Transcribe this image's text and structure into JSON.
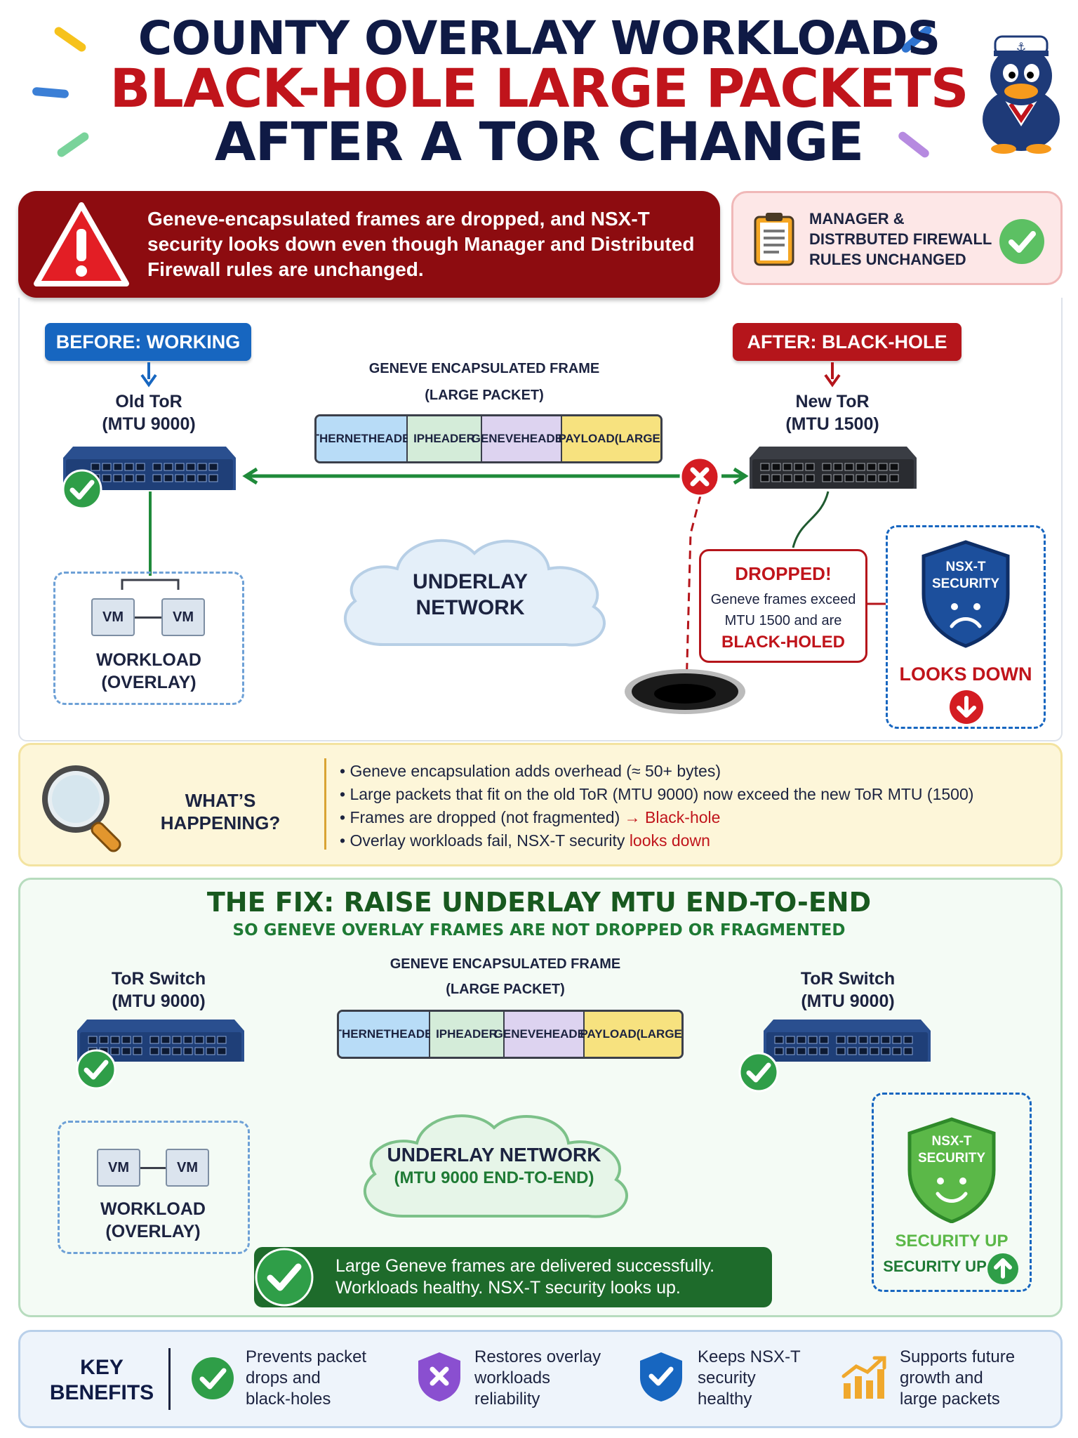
{
  "header": {
    "line1": "COUNTY OVERLAY WORKLOADS",
    "line2": "BLACK-HOLE LARGE PACKETS",
    "line3": "AFTER A TOR CHANGE"
  },
  "alert": {
    "text": "Geneve-encapsulated frames are dropped, and NSX-T security looks down even though Manager and Distributed Firewall rules are unchanged."
  },
  "unchanged": {
    "text": "MANAGER & DISTRBUTED FIREWALL RULES UNCHANGED"
  },
  "before": {
    "tag": "BEFORE: WORKING",
    "tor_name": "Old ToR",
    "tor_mtu": "(MTU 9000)",
    "workload_line1": "WORKLOAD",
    "workload_line2": "(OVERLAY)",
    "vm": "VM"
  },
  "after": {
    "tag": "AFTER: BLACK-HOLE",
    "tor_name": "New ToR",
    "tor_mtu": "(MTU 1500)",
    "dropped_title": "DROPPED!",
    "dropped_line1": "Geneve frames exceed",
    "dropped_line2": "MTU 1500 and are",
    "dropped_emph": "BLACK-HOLED",
    "shield_line1": "NSX-T",
    "shield_line2": "SECURITY",
    "looks_down": "LOOKS DOWN"
  },
  "frame": {
    "title_line1": "GENEVE ENCAPSULATED FRAME",
    "title_line2": "(LARGE PACKET)",
    "cells": [
      {
        "line1": "ETHERNET",
        "line2": "HEADER",
        "color": "#b8dcf7"
      },
      {
        "line1": "IP",
        "line2": "HEADER",
        "color": "#d4ecd9"
      },
      {
        "line1": "GENEVE",
        "line2": "HEADER",
        "color": "#ddd3f0"
      },
      {
        "line1": "PAYLOAD",
        "line2": "(LARGE)",
        "color": "#f7e27f"
      }
    ]
  },
  "underlay_top": {
    "line1": "UNDERLAY",
    "line2": "NETWORK"
  },
  "whats_happening": {
    "title": "WHAT’S HAPPENING?",
    "bullets": [
      "Geneve encapsulation adds overhead (≈ 50+ bytes)",
      "Large packets that fit on the old ToR (MTU 9000) now exceed the new ToR MTU (1500)",
      "Frames are dropped (not fragmented)",
      "Overlay workloads fail, NSX-T security"
    ],
    "bullet3_emph": "→ Black-hole",
    "bullet4_emph": "looks down"
  },
  "fix": {
    "title": "THE FIX: RAISE UNDERLAY MTU END-TO-END",
    "subtitle": "SO GENEVE OVERLAY FRAMES ARE NOT DROPPED OR FRAGMENTED",
    "tor_name": "ToR Switch",
    "tor_mtu": "(MTU 9000)",
    "underlay_line1": "UNDERLAY NETWORK",
    "underlay_line2": "(MTU 9000 END-TO-END)",
    "workload_line1": "WORKLOAD",
    "workload_line2": "(OVERLAY)",
    "vm": "VM",
    "shield_line1": "NSX-T",
    "shield_line2": "SECURITY",
    "security_up_1": "SECURITY UP",
    "security_up_2": "SECURITY UP",
    "success_line1": "Large Geneve frames are delivered successfully.",
    "success_line2": "Workloads healthy. NSX-T security looks up."
  },
  "benefits": {
    "title_line1": "KEY",
    "title_line2": "BENEFITS",
    "items": [
      {
        "line1": "Prevents packet",
        "line2": "drops and",
        "line3": "black-holes",
        "icon": "check-circle-icon"
      },
      {
        "line1": "Restores overlay",
        "line2": "workloads",
        "line3": "reliability",
        "icon": "shield-x-icon"
      },
      {
        "line1": "Keeps NSX-T",
        "line2": "security",
        "line3": "healthy",
        "icon": "shield-check-icon"
      },
      {
        "line1": "Supports future",
        "line2": "growth and",
        "line3": "large packets",
        "icon": "growth-chart-icon"
      }
    ]
  },
  "colors": {
    "navy": "#0f1a45",
    "red": "#c0141b",
    "green": "#1e7a34",
    "blue": "#1766c0"
  }
}
